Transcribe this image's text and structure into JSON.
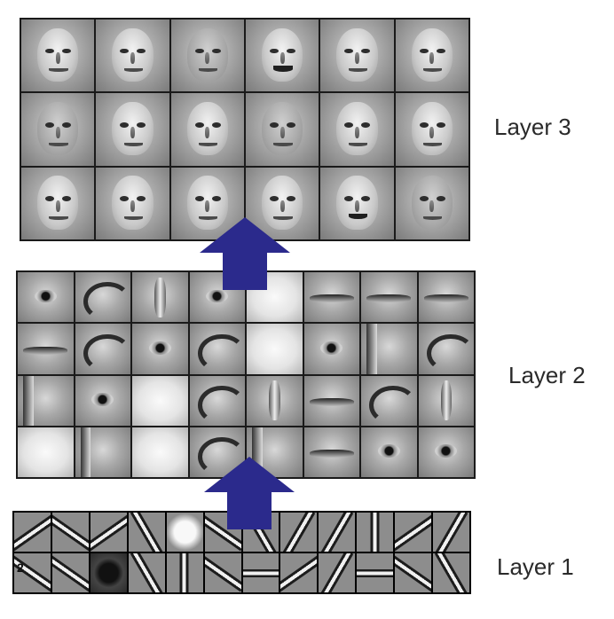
{
  "labels": {
    "layer3": "Layer 3",
    "layer2": "Layer 2",
    "layer1": "Layer 1"
  },
  "layer1": {
    "corner_number": "2"
  },
  "colors": {
    "arrow": "#2b2a8c",
    "grid_border": "#1a1a1a",
    "label_text": "#2a2a2a"
  },
  "icons": {
    "arrow": "up-arrow-icon"
  }
}
